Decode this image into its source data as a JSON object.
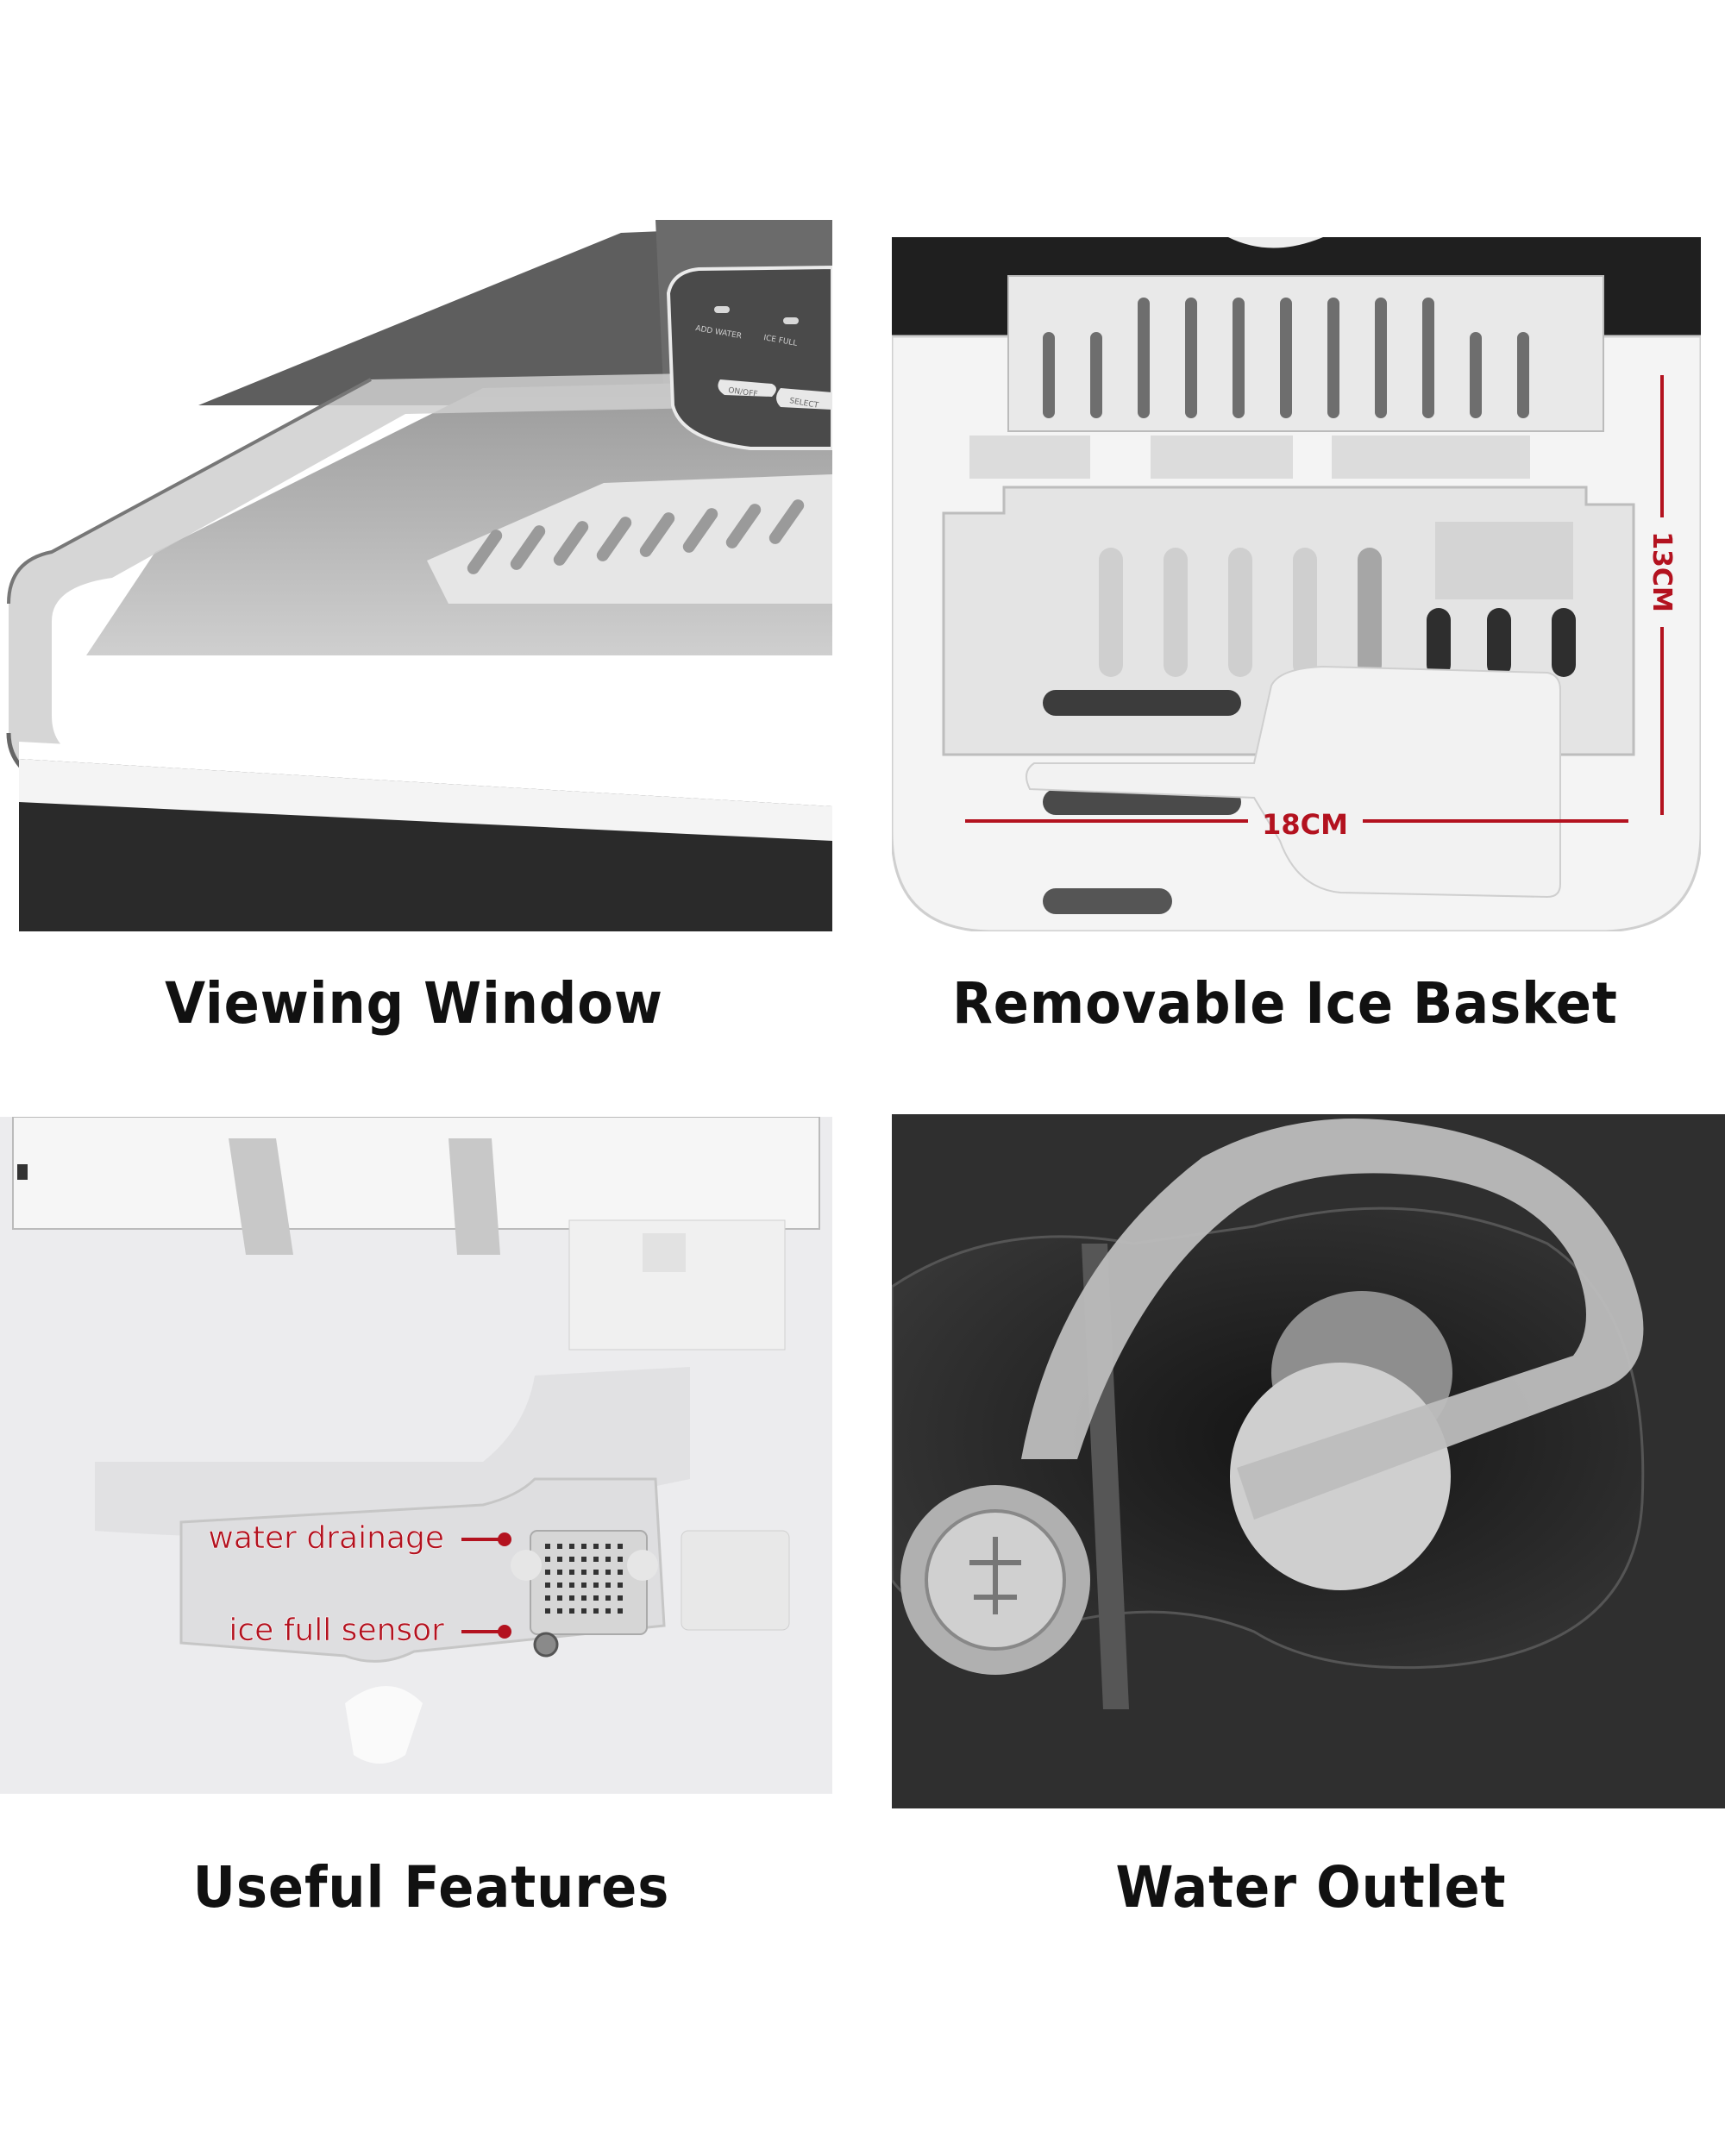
{
  "panels": [
    {
      "id": "viewing-window",
      "caption": "Viewing Window",
      "control_panel": {
        "indicators": [
          "ADD WATER",
          "ICE FULL"
        ],
        "buttons": [
          "ON/OFF",
          "SELECT"
        ]
      }
    },
    {
      "id": "removable-ice-basket",
      "caption": "Removable Ice Basket",
      "dimensions": {
        "width": "18CM",
        "height": "13CM"
      }
    },
    {
      "id": "useful-features",
      "caption": "Useful Features",
      "annotations": [
        "water drainage",
        "ice full sensor"
      ]
    },
    {
      "id": "water-outlet",
      "caption": "Water Outlet"
    }
  ],
  "colors": {
    "annotation_red": "#b3121f",
    "caption_text": "#111111",
    "machine_black": "#2a2a2a"
  }
}
